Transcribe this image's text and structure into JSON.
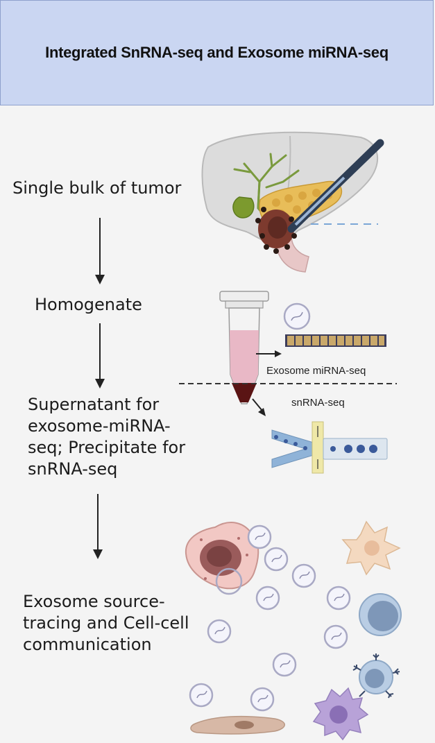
{
  "header": {
    "title": "Integrated SnRNA-seq and Exosome miRNA-seq"
  },
  "steps": [
    "Single bulk of tumor",
    "Homogenate",
    "Supernatant for exosome-miRNA-seq; Precipitate for snRNA-seq",
    "Exosome source-tracing and Cell-cell communication"
  ],
  "labels": {
    "exosome_mirna_seq": "Exosome miRNA-seq",
    "snrna_seq": "snRNA-seq"
  },
  "colors": {
    "header_bg": "#cad6f2",
    "tube_liquid": "#e9b8c6",
    "pellet": "#5a1414",
    "dashed_line": "#7aa6d6"
  }
}
